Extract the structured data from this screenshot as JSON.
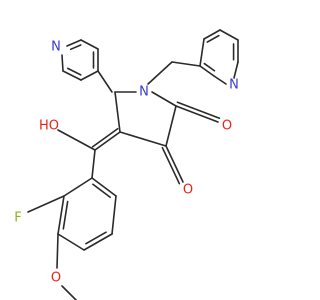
{
  "structure": {
    "atoms": [
      {
        "id": "n_pyr1",
        "element": "N",
        "label": "N"
      },
      {
        "id": "n_ring",
        "element": "N",
        "label": "N"
      },
      {
        "id": "n_pyr2",
        "element": "N",
        "label": "N"
      },
      {
        "id": "o_hydroxy",
        "element": "O",
        "label": "HO"
      },
      {
        "id": "o_keto1",
        "element": "O",
        "label": "O"
      },
      {
        "id": "o_keto2",
        "element": "O",
        "label": "O"
      },
      {
        "id": "f_1",
        "element": "F",
        "label": "F"
      },
      {
        "id": "o_methoxy",
        "element": "O",
        "label": "O"
      }
    ]
  },
  "colors": {
    "nitrogen": "#3a3acc",
    "oxygen": "#e8231a",
    "fluorine": "#8fb31a",
    "bond": "#2a2a2a"
  }
}
